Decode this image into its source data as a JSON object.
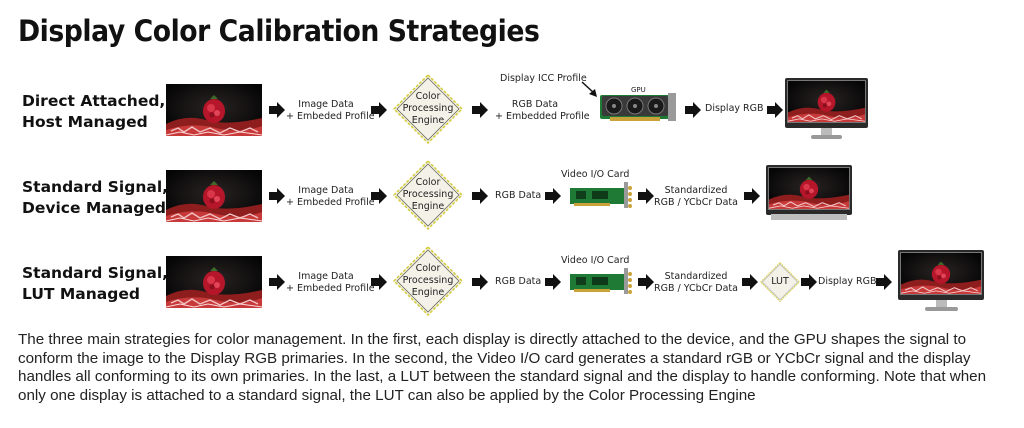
{
  "title": "Display Color Calibration Strategies",
  "colors": {
    "arrow": "#111111",
    "diamond_fill": "#f4f2e8",
    "diamond_border": "#d4cc3a",
    "board": "#1f7a35",
    "bezel": "#2a2a2a"
  },
  "icons": [
    "photo-thumbnail",
    "right-arrow-icon",
    "diamond-icon",
    "gpu-card-icon",
    "video-io-card-icon",
    "monitor-icon",
    "lut-diamond-icon"
  ],
  "rows": [
    {
      "label": "Direct Attached,\nHost Managed",
      "input_text": "Image Data\n+ Embeded Profile",
      "engine_text": "Color\nProcessing\nEngine",
      "output_text": "RGB Data\n+ Embedded Profile",
      "card_caption": "GPU",
      "icc_label": "Display ICC Profile",
      "display_text": "Display RGB"
    },
    {
      "label": "Standard Signal,\nDevice Managed",
      "input_text": "Image Data\n+ Embeded Profile",
      "engine_text": "Color\nProcessing\nEngine",
      "output_text": "RGB Data",
      "card_label": "Video I/O Card",
      "signal_text": "Standardized\nRGB / YCbCr Data"
    },
    {
      "label": "Standard Signal,\nLUT Managed",
      "input_text": "Image Data\n+ Embeded Profile",
      "engine_text": "Color\nProcessing\nEngine",
      "output_text": "RGB Data",
      "card_label": "Video I/O Card",
      "signal_text": "Standardized\nRGB / YCbCr Data",
      "lut_text": "LUT",
      "display_text": "Display RGB"
    }
  ],
  "caption": "The three main strategies for color management.  In the first, each display is directly attached to the device, and the GPU shapes the signal to conform the image to the Display RGB primaries.  In the second, the Video I/O card generates a standard rGB or YCbCr signal and the display handles all conforming to its own primaries.  In the last, a LUT between the standard signal and the display to handle conforming. Note that when only one display is attached to a standard signal, the LUT can also be applied by the Color Processing Engine"
}
